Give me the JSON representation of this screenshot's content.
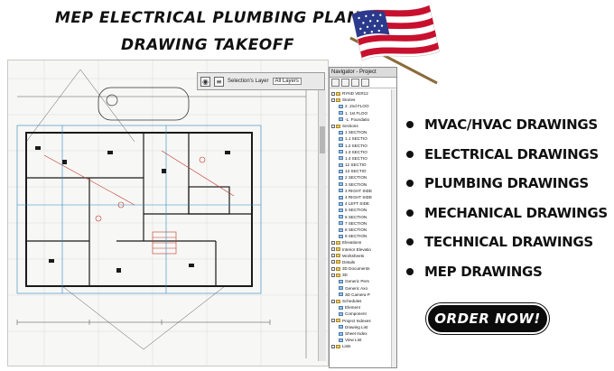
{
  "header": {
    "line1": "MEP ELECTRICAL PLUMBING PLAN",
    "line2": "DRAWING TAKEOFF"
  },
  "cad_toolbar": {
    "layer_label": "Selection's Layer",
    "layer_value": "All Layers"
  },
  "navigator": {
    "title": "Navigator - Project",
    "items": [
      "RYND VER12",
      "Stories",
      "2. 2nd FLOO",
      "1. 1st FLOO",
      "-1. Foundatio",
      "Sections",
      "1 SECTION",
      "1.1 SECTIO",
      "1.2 SECTIO",
      "1.3 SECTIO",
      "1.4 SECTIO",
      "12 SECTIO",
      "13 SECTIO",
      "2 SECTION",
      "3 SECTION",
      "3 RIGHT SIDE",
      "4 RIGHT SIDE",
      "4 LEFT SIDE",
      "5 SECTION",
      "6 SECTION",
      "7 SECTION",
      "8 SECTION",
      "9 SECTION",
      "Elevations",
      "Interior Elevatio",
      "Worksheets",
      "Details",
      "3D Documents",
      "3D",
      "Generic Pers",
      "Generic Axo",
      "3D Camera P",
      "Schedules",
      "Element",
      "Component",
      "Project Indexes",
      "Drawing List",
      "Sheet Index",
      "View List",
      "Lists"
    ]
  },
  "services": [
    "MVAC/HVAC DRAWINGS",
    "ELECTRICAL DRAWINGS",
    "PLUMBING DRAWINGS",
    "MECHANICAL DRAWINGS",
    "TECHNICAL DRAWINGS",
    "MEP DRAWINGS"
  ],
  "cta": {
    "label": "ORDER NOW!"
  },
  "colors": {
    "flag_red": "#c8102e",
    "flag_blue": "#2b3a8c",
    "plan_line": "#1a1a1a",
    "plan_accent": "#c0392b",
    "plan_cyan": "#2e86c1",
    "button_bg": "#0b0b0b"
  }
}
